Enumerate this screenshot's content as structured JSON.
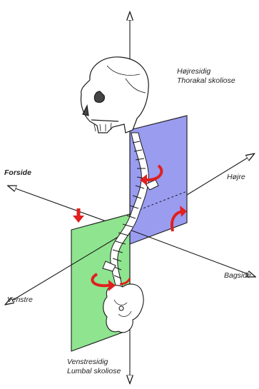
{
  "labels": {
    "top_right_line1": "Højresidig",
    "top_right_line2": "Thorakal skoliose",
    "forside": "Forside",
    "hojre": "Højre",
    "bagside": "Bagside",
    "venstre": "Venstre",
    "bottom_line1": "Venstresidig",
    "bottom_line2": "Lumbal skoliose"
  },
  "colors": {
    "upper_plane": "#9a9cf0",
    "lower_plane": "#8fe48f",
    "rotation_arrow": "#e0201e",
    "outline": "#1a1a1a"
  },
  "icons": [
    "skull-icon",
    "pelvis-icon",
    "rotation-arrow-icon",
    "axis-arrowhead-icon"
  ]
}
